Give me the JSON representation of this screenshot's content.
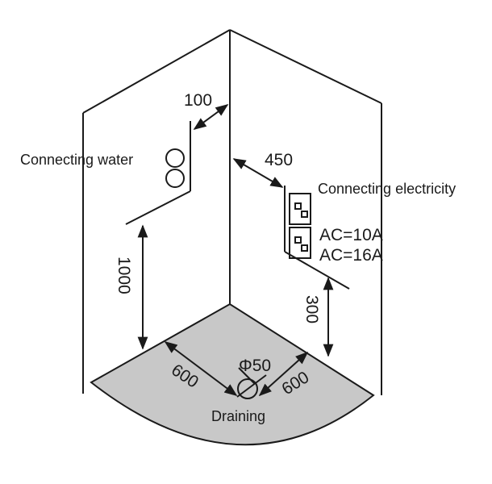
{
  "labels": {
    "water": "Connecting water",
    "electricity": "Connecting electricity",
    "ac1": "AC=10A",
    "ac2": "AC=16A",
    "draining": "Draining",
    "drain_diameter": "Φ50"
  },
  "dimensions": {
    "water_offset": "100",
    "water_height": "1000",
    "socket_offset": "450",
    "socket_height": "300",
    "floor_left": "600",
    "floor_right": "600"
  },
  "colors": {
    "floor": "#c8c8c8",
    "line": "#1a1a1a"
  },
  "icons": [
    "water-pipe-icon",
    "electrical-socket-icon",
    "drain-icon"
  ]
}
